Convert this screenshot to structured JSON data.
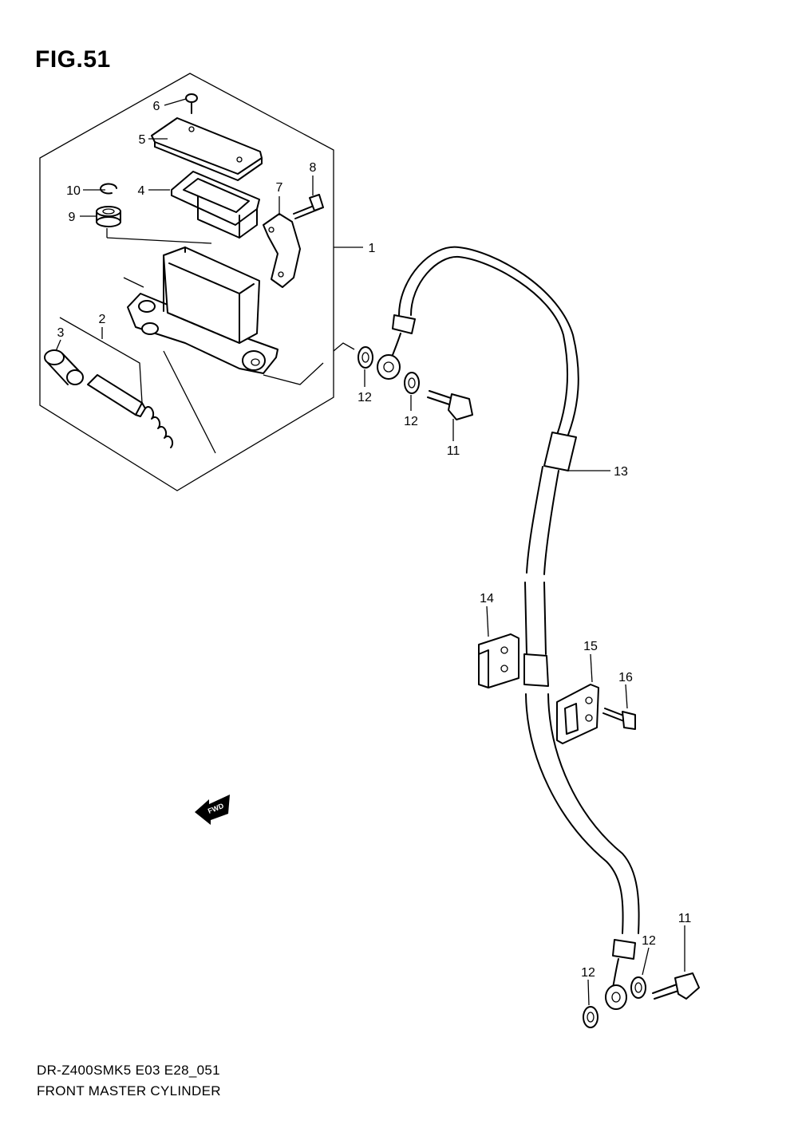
{
  "figure": {
    "title": "FIG.51",
    "model_code": "DR-Z400SMK5 E03 E28_051",
    "name": "FRONT MASTER CYLINDER"
  },
  "callouts": {
    "c1": "1",
    "c2": "2",
    "c3": "3",
    "c4": "4",
    "c5": "5",
    "c6": "6",
    "c7": "7",
    "c8": "8",
    "c9": "9",
    "c10": "10",
    "c11a": "11",
    "c11b": "11",
    "c12a": "12",
    "c12b": "12",
    "c12c": "12",
    "c12d": "12",
    "c13": "13",
    "c14": "14",
    "c15": "15",
    "c16": "16"
  },
  "fwd_label": "FWD"
}
